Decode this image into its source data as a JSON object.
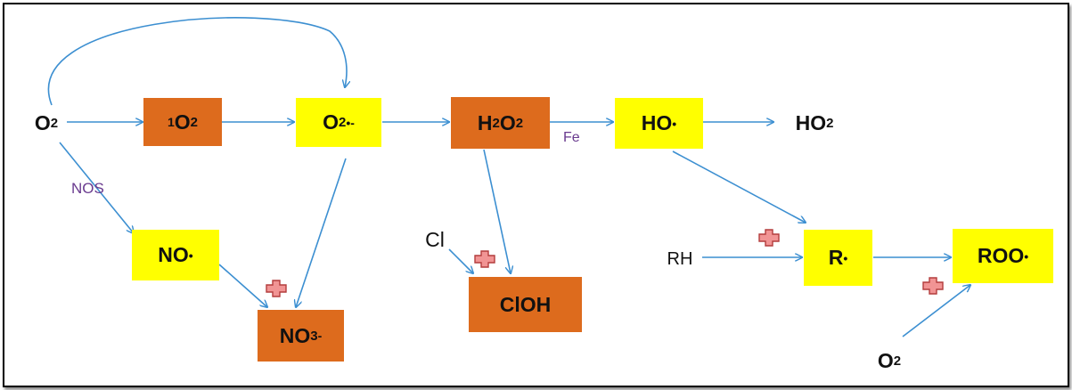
{
  "nodes": {
    "o2_left": {
      "base": "O",
      "sub": "2"
    },
    "singlet_o2": {
      "sup": "1",
      "base": "O",
      "sub": "2"
    },
    "superoxide": {
      "base": "O",
      "sub": "2",
      "sup": "•-"
    },
    "h2o2": {
      "b1": "H",
      "s1": "2",
      "b2": "O",
      "s2": "2"
    },
    "hydroxyl": {
      "base": "HO",
      "sup": "•"
    },
    "ho2": {
      "base": "HO",
      "sub": "2"
    },
    "nitric_oxide": {
      "base": "NO",
      "sup": "•"
    },
    "nitrate": {
      "base": "NO",
      "sub": "3",
      "sup": "-"
    },
    "cl": {
      "text": "Cl"
    },
    "cloh": {
      "text": "ClOH"
    },
    "rh": {
      "text": "RH"
    },
    "radical_r": {
      "base": "R",
      "sup": "•"
    },
    "roo": {
      "base": "ROO",
      "sup": "•"
    },
    "o2_bottom": {
      "base": "O",
      "sub": "2"
    }
  },
  "labels": {
    "nos": "NOS",
    "fe": "Fe"
  },
  "colors": {
    "orange": "#dd6b1d",
    "yellow": "#ffff00",
    "arrow": "#3c8fd1",
    "enzyme_label": "#6a3b8f",
    "plus_fill": "#f19494",
    "plus_stroke": "#b33d3d"
  }
}
